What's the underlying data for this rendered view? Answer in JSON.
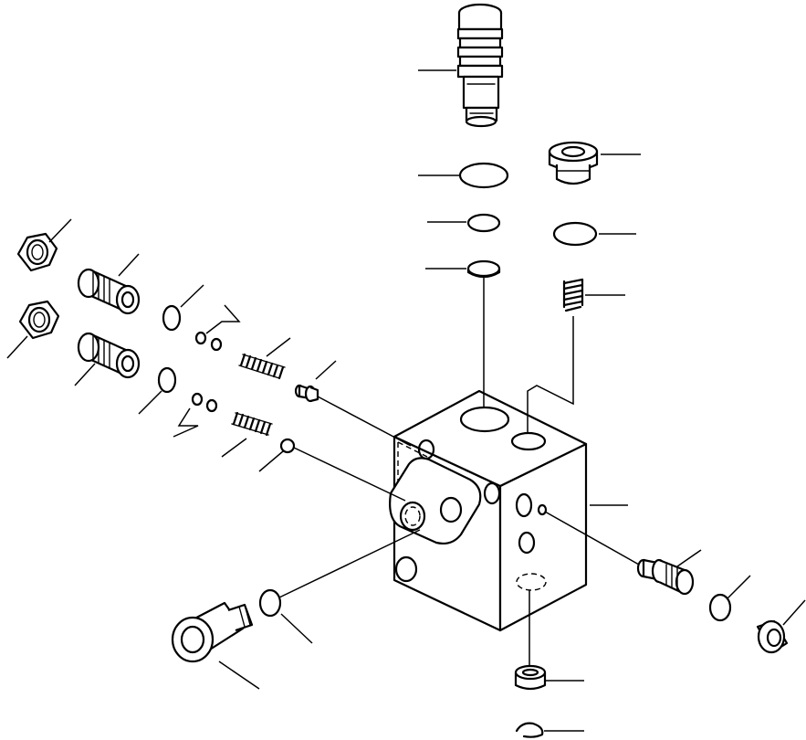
{
  "diagram": {
    "type": "exploded-parts-view",
    "line_color": "#000000",
    "background": "#ffffff",
    "parts": [
      {
        "id": "relief-valve-cartridge"
      },
      {
        "id": "o-ring-large-top"
      },
      {
        "id": "o-ring-small-top"
      },
      {
        "id": "backup-ring-top"
      },
      {
        "id": "plug-top-right"
      },
      {
        "id": "o-ring-top-right"
      },
      {
        "id": "spring-top-right"
      },
      {
        "id": "valve-body"
      },
      {
        "id": "nut-upper"
      },
      {
        "id": "nut-lower"
      },
      {
        "id": "sleeve-upper"
      },
      {
        "id": "sleeve-lower"
      },
      {
        "id": "o-ring-left-upper"
      },
      {
        "id": "o-ring-left-lower"
      },
      {
        "id": "small-rings-upper"
      },
      {
        "id": "small-rings-lower"
      },
      {
        "id": "spring-left-upper"
      },
      {
        "id": "spring-left-lower"
      },
      {
        "id": "poppet-pin"
      },
      {
        "id": "ball"
      },
      {
        "id": "plug-lower-left"
      },
      {
        "id": "o-ring-lower-left"
      },
      {
        "id": "check-valve-right"
      },
      {
        "id": "o-ring-right"
      },
      {
        "id": "plug-far-right"
      },
      {
        "id": "collar-bottom"
      },
      {
        "id": "snap-ring-bottom"
      }
    ]
  }
}
